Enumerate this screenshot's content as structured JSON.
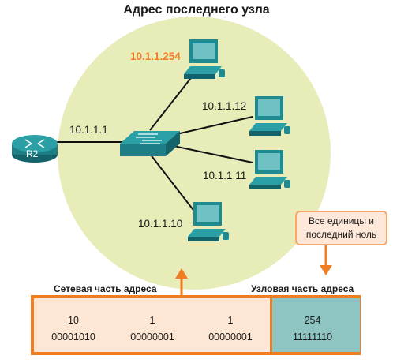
{
  "title": "Адрес последнего узла",
  "router": {
    "label": "R2",
    "ip": "10.1.1.1"
  },
  "hosts": [
    {
      "ip": "10.1.1.254",
      "highlight": true
    },
    {
      "ip": "10.1.1.12",
      "highlight": false
    },
    {
      "ip": "10.1.1.11",
      "highlight": false
    },
    {
      "ip": "10.1.1.10",
      "highlight": false
    }
  ],
  "callout": {
    "line1": "Все единицы и",
    "line2": "последний ноль"
  },
  "labels": {
    "network_part": "Сетевая часть адреса",
    "host_part": "Узловая часть адреса"
  },
  "octets": [
    {
      "decimal": "10",
      "binary": "00001010"
    },
    {
      "decimal": "1",
      "binary": "00000001"
    },
    {
      "decimal": "1",
      "binary": "00000001"
    },
    {
      "decimal": "254",
      "binary": "11111110"
    }
  ],
  "colors": {
    "accent": "#ef7d22",
    "circle": "#e8ecb9",
    "host_part": "#8ec5c3",
    "device": "#1f8a8f"
  }
}
